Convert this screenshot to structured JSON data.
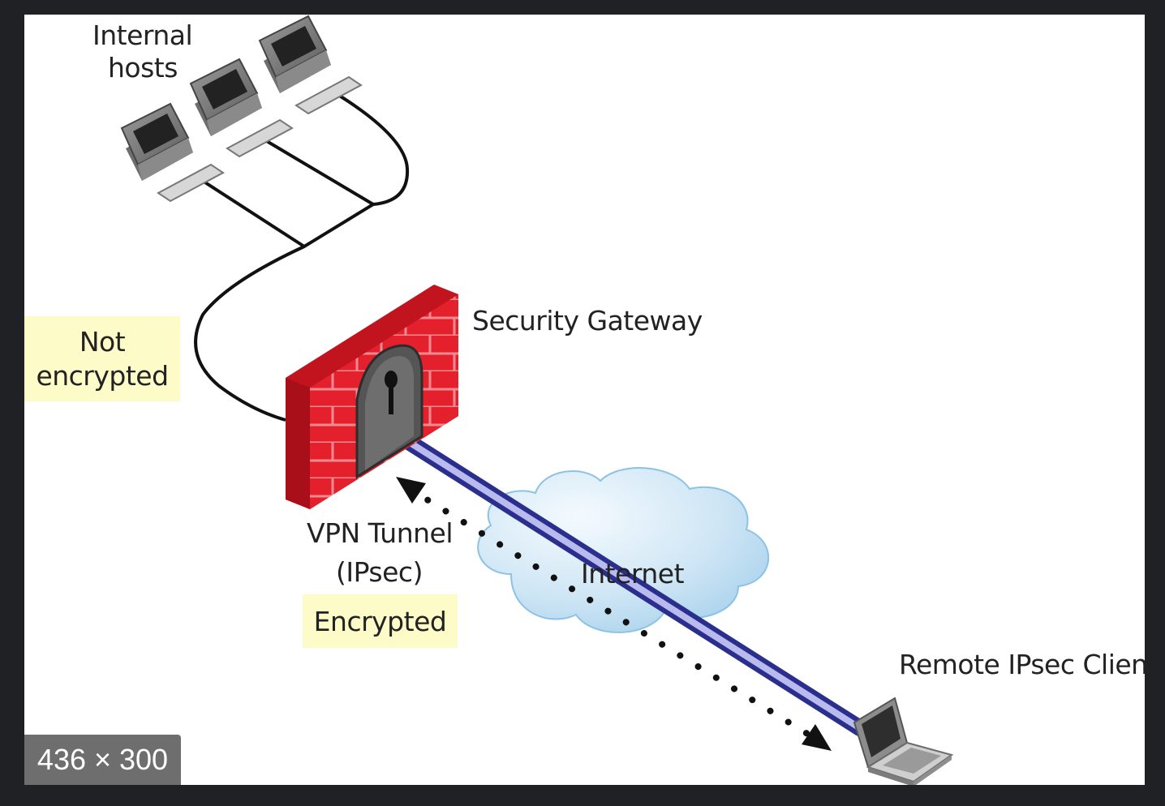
{
  "diagram": {
    "labels": {
      "internal_hosts_line1": "Internal",
      "internal_hosts_line2": "hosts",
      "security_gateway": "Security Gateway",
      "vpn_tunnel_line1": "VPN Tunnel",
      "vpn_tunnel_line2": "(IPsec)",
      "internet": "Internet",
      "remote_client": "Remote IPsec Client"
    },
    "notes": {
      "not_encrypted_line1": "Not",
      "not_encrypted_line2": "encrypted",
      "encrypted": "Encrypted"
    },
    "colors": {
      "note_background": "#fdfbc8",
      "firewall_red": "#e0202e",
      "tunnel_blue": "#3a3fae",
      "cloud_blue": "#bcdcf0"
    }
  },
  "viewer": {
    "dimensions_badge": "436 × 300"
  }
}
